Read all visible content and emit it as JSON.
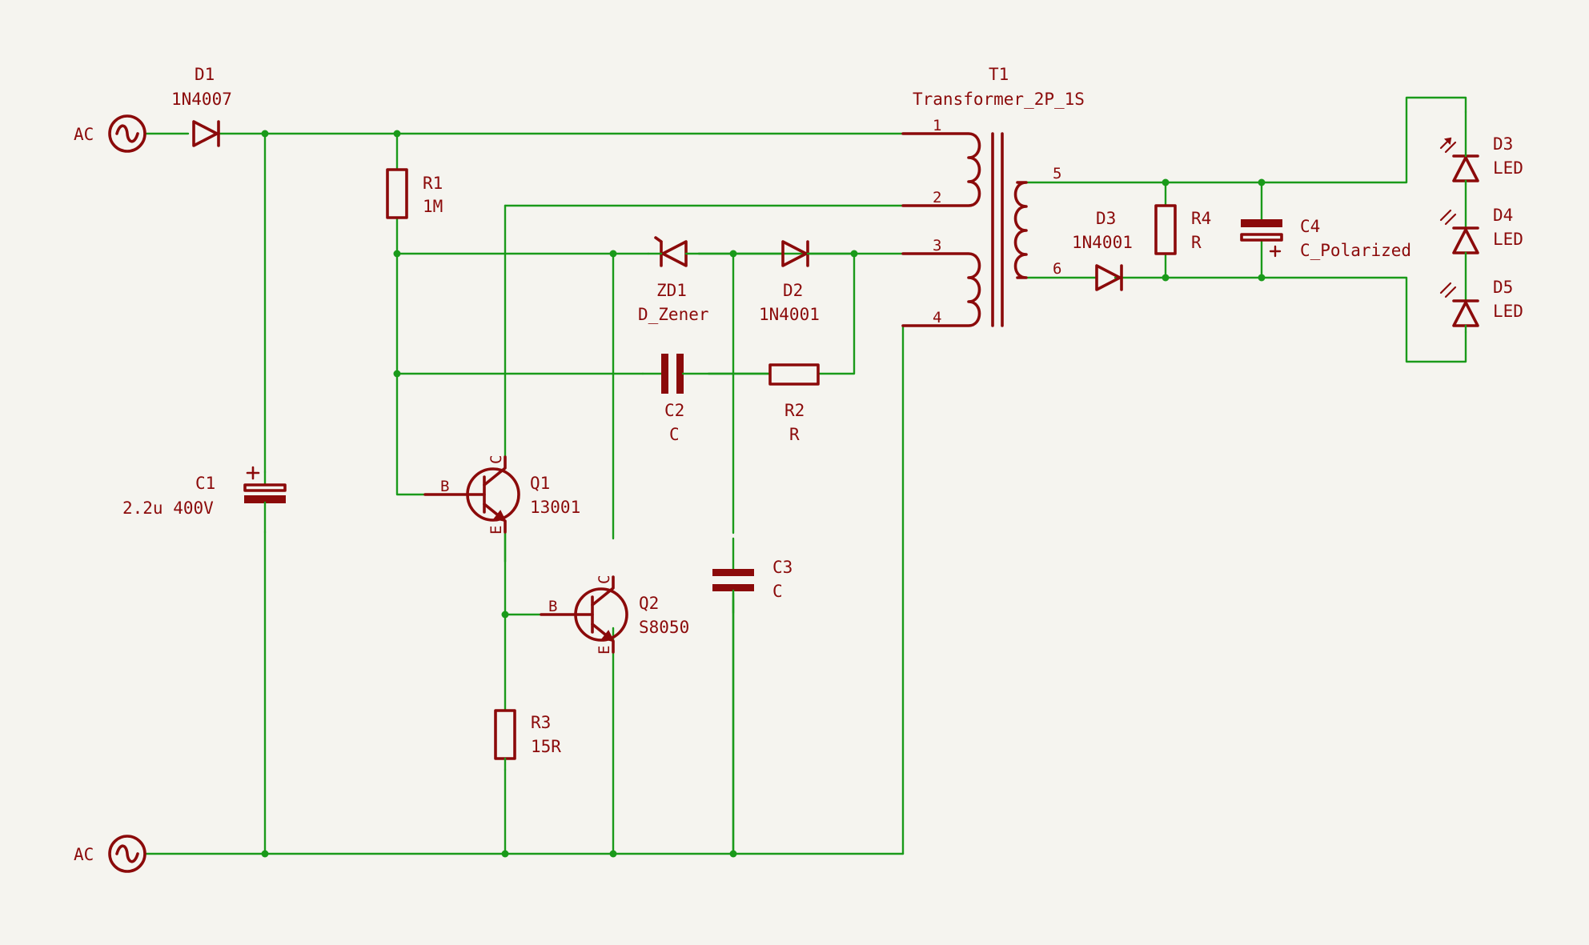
{
  "sources": {
    "ac_top": "AC",
    "ac_bottom": "AC"
  },
  "components": {
    "D1": {
      "ref": "D1",
      "value": "1N4007"
    },
    "T1": {
      "ref": "T1",
      "value": "Transformer_2P_1S",
      "pins": [
        "1",
        "2",
        "3",
        "4",
        "5",
        "6"
      ]
    },
    "R1": {
      "ref": "R1",
      "value": "1M"
    },
    "C1": {
      "ref": "C1",
      "value": "2.2u 400V"
    },
    "ZD1": {
      "ref": "ZD1",
      "value": "D_Zener"
    },
    "D2": {
      "ref": "D2",
      "value": "1N4001"
    },
    "C2": {
      "ref": "C2",
      "value": "C"
    },
    "R2": {
      "ref": "R2",
      "value": "R"
    },
    "Q1": {
      "ref": "Q1",
      "value": "13001",
      "pins": {
        "b": "B",
        "c": "C",
        "e": "E"
      }
    },
    "Q2": {
      "ref": "Q2",
      "value": "S8050",
      "pins": {
        "b": "B",
        "c": "C",
        "e": "E"
      }
    },
    "C3": {
      "ref": "C3",
      "value": "C"
    },
    "R3": {
      "ref": "R3",
      "value": "15R"
    },
    "D3": {
      "ref": "D3",
      "value": "1N4001"
    },
    "R4": {
      "ref": "R4",
      "value": "R"
    },
    "C4": {
      "ref": "C4",
      "value": "C_Polarized"
    },
    "D3_led": {
      "ref": "D3",
      "value": "LED"
    },
    "D4": {
      "ref": "D4",
      "value": "LED"
    },
    "D5": {
      "ref": "D5",
      "value": "LED"
    }
  },
  "colors": {
    "background": "#f5f4ef",
    "wire": "#1a9a1a",
    "symbol": "#8b0a0a"
  }
}
